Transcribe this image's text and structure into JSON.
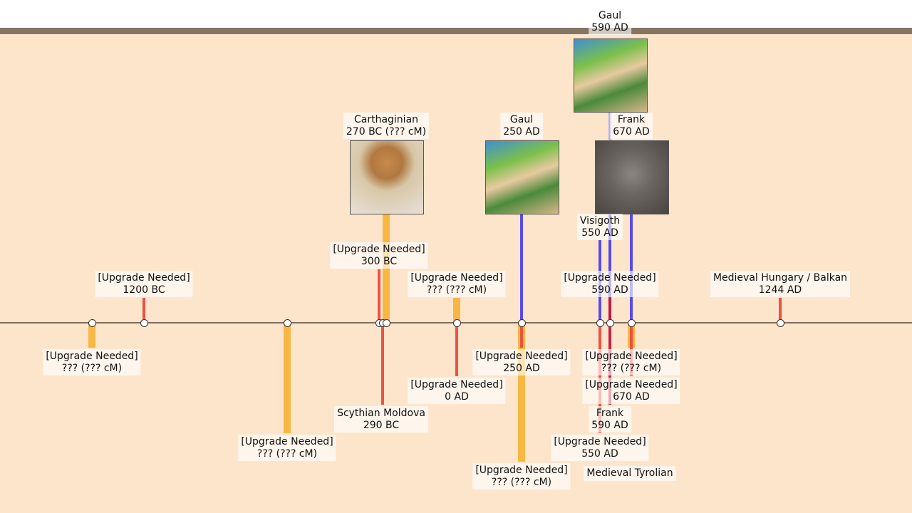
{
  "chart_data": {
    "type": "timeline",
    "title": "",
    "colors": {
      "red": "#ec4a3e",
      "orange": "#f8b43a",
      "blue": "#4f43e6",
      "lightblue": "#a9a2ee",
      "crimson": "#c4173e"
    },
    "labels": [
      {
        "line1": "[Upgrade Needed]",
        "line2": "??? (??? cM)"
      },
      {
        "line1": "[Upgrade Needed]",
        "line2": "1200 BC"
      },
      {
        "line1": "[Upgrade Needed]",
        "line2": "??? (??? cM)"
      },
      {
        "line1": "[Upgrade Needed]",
        "line2": "300 BC"
      },
      {
        "line1": "Carthaginian",
        "line2": "270 BC (??? cM)"
      },
      {
        "line1": "Scythian Moldova",
        "line2": "290 BC"
      },
      {
        "line1": "[Upgrade Needed]",
        "line2": "??? (??? cM)"
      },
      {
        "line1": "[Upgrade Needed]",
        "line2": "0 AD"
      },
      {
        "line1": "Gaul",
        "line2": "250 AD"
      },
      {
        "line1": "[Upgrade Needed]",
        "line2": "250 AD"
      },
      {
        "line1": "[Upgrade Needed]",
        "line2": "??? (??? cM)"
      },
      {
        "line1": "Visigoth",
        "line2": "550 AD"
      },
      {
        "line1": "[Upgrade Needed]",
        "line2": "550 AD"
      },
      {
        "line1": "Gaul",
        "line2": "590 AD"
      },
      {
        "line1": "[Upgrade Needed]",
        "line2": "590 AD"
      },
      {
        "line1": "Medieval Tyrolian",
        "line2": ""
      },
      {
        "line1": "Frank",
        "line2": "590 AD"
      },
      {
        "line1": "Frank",
        "line2": "670 AD"
      },
      {
        "line1": "[Upgrade Needed]",
        "line2": "??? (??? cM)"
      },
      {
        "line1": "[Upgrade Needed]",
        "line2": "670 AD"
      },
      {
        "line1": "Medieval Hungary / Balkan",
        "line2": "1244 AD"
      }
    ]
  }
}
